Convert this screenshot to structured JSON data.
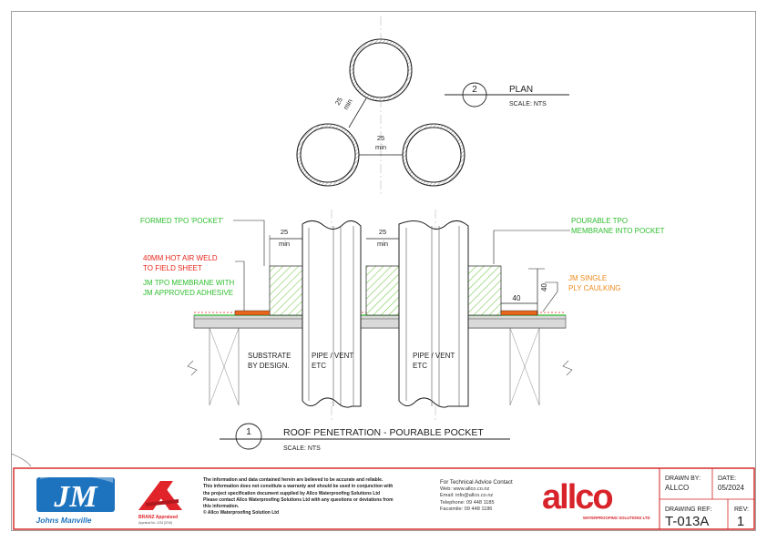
{
  "plan": {
    "detail_number": "2",
    "title": "PLAN",
    "scale": "SCALE: NTS",
    "dim_diagonal": "25",
    "dim_diagonal_min": "min",
    "dim_between": "25",
    "dim_between_min": "min"
  },
  "section": {
    "detail_number": "1",
    "title": "ROOF PENETRATION - POURABLE POCKET",
    "scale": "SCALE: NTS",
    "dim_left": "25",
    "dim_left_min": "min",
    "dim_mid": "25",
    "dim_mid_min": "min",
    "dim_width": "40",
    "dim_height": "40",
    "substrate_line1": "SUBSTRATE",
    "substrate_line2": "BY DESIGN.",
    "pipe1_line1": "PIPE / VENT",
    "pipe1_line2": "ETC",
    "pipe2_line1": "PIPE / VENT",
    "pipe2_line2": "ETC"
  },
  "callouts": {
    "formed_pocket": "FORMED TPO 'POCKET'",
    "hot_air_weld_line1": "40MM HOT AIR WELD",
    "hot_air_weld_line2": "TO FIELD SHEET",
    "membrane_line1": "JM TPO MEMBRANE WITH",
    "membrane_line2": "JM APPROVED ADHESIVE",
    "pourable_line1": "POURABLE TPO",
    "pourable_line2": "MEMBRANE INTO POCKET",
    "caulking_line1": "JM SINGLE",
    "caulking_line2": "PLY CAULKING"
  },
  "colors": {
    "green_callout": "#2ebd2e",
    "red_callout": "#e8261c",
    "orange_callout": "#f08a1c",
    "pocket_hatch": "#7ccc52",
    "weld_fill": "#e8661c",
    "titleblock_border": "#d62020",
    "jm_blue": "#1e73be",
    "branz_red": "#e0242a",
    "allco_red": "#d8232a"
  },
  "titleblock": {
    "jm_logo_letters": "JM",
    "jm_logo_name": "Johns Manville",
    "branz_label": "BRANZ Appraised",
    "branz_sub": "Appraisal No. 1234 [2018]",
    "disclaimer": [
      "The information and data contained herein are believed to be accurate and reliable.",
      "This information does not constitute a warranty and should be used in conjunction with",
      "the project specification document supplied by Allco Waterproofing Solutions Ltd",
      "Please contact Allco Waterproofing Solutions Ltd with any questions or deviations from",
      "this information.",
      "© Allco Waterproofing Solution Ltd"
    ],
    "contact_heading": "For Technical Advice Contact",
    "contact_web": "Web: www.allco.co.nz",
    "contact_email": "Email: info@allco.co.nz",
    "contact_phone": "Telephone: 09 448 1185",
    "contact_fax": "Facsimile: 09 448 1186",
    "allco_logo_text": "allco",
    "allco_tagline": "WATERPROOFING SOLUTIONS LTD",
    "drawn_by_label": "DRAWN BY:",
    "drawn_by_value": "ALLCO",
    "date_label": "DATE:",
    "date_value": "05/2024",
    "drawing_ref_label": "DRAWING REF:",
    "drawing_ref_value": "T-013A",
    "rev_label": "REV:",
    "rev_value": "1"
  }
}
